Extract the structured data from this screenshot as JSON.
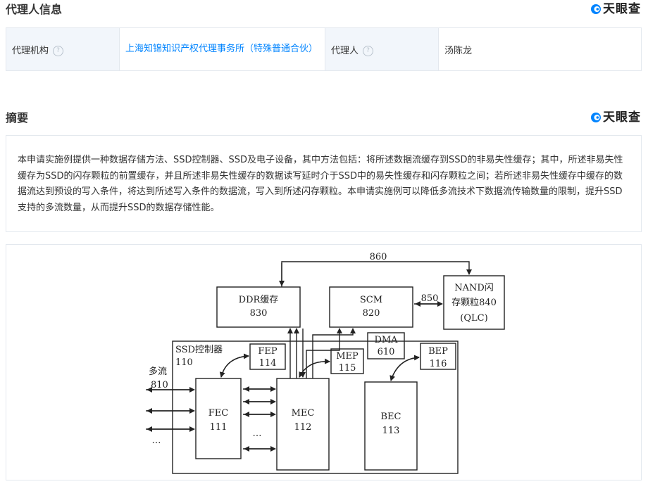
{
  "agent_section": {
    "title": "代理人信息",
    "brand": "天眼查",
    "org_label": "代理机构",
    "org_value": "上海知锦知识产权代理事务所（特殊普通合伙）",
    "agent_label": "代理人",
    "agent_value": "汤陈龙",
    "help_glyph": "?"
  },
  "abstract_section": {
    "title": "摘要",
    "brand": "天眼查",
    "text": "本申请实施例提供一种数据存储方法、SSD控制器、SSD及电子设备，其中方法包括：将所述数据流缓存到SSD的非易失性缓存；其中，所述非易失性缓存为SSD的闪存颗粒的前置缓存，并且所述非易失性缓存的数据读写延时介于SSD中的易失性缓存和闪存颗粒之间；若所述非易失性缓存中缓存的数据流达到预设的写入条件，将达到所述写入条件的数据流，写入到所述闪存颗粒。本申请实施例可以降低多流技术下数据流传输数量的限制，提升SSD支持的多流数量，从而提升SSD的数据存储性能。"
  },
  "figure": {
    "ddr": [
      "DDR缓存",
      "830"
    ],
    "scm": [
      "SCM",
      "820"
    ],
    "nand": [
      "NAND闪",
      "存颗粒840",
      "(QLC)"
    ],
    "label_860": "860",
    "label_850": "850",
    "ssd": [
      "SSD控制器",
      "110"
    ],
    "fep": [
      "FEP",
      "114"
    ],
    "mep": [
      "MEP",
      "115"
    ],
    "dma": [
      "DMA",
      "610"
    ],
    "bep": [
      "BEP",
      "116"
    ],
    "fec": [
      "FEC",
      "111"
    ],
    "mec": [
      "MEC",
      "112"
    ],
    "bec": [
      "BEC",
      "113"
    ],
    "multi": [
      "多流",
      "810"
    ],
    "ellipsis": "…",
    "ellipsis_mid": "…"
  }
}
